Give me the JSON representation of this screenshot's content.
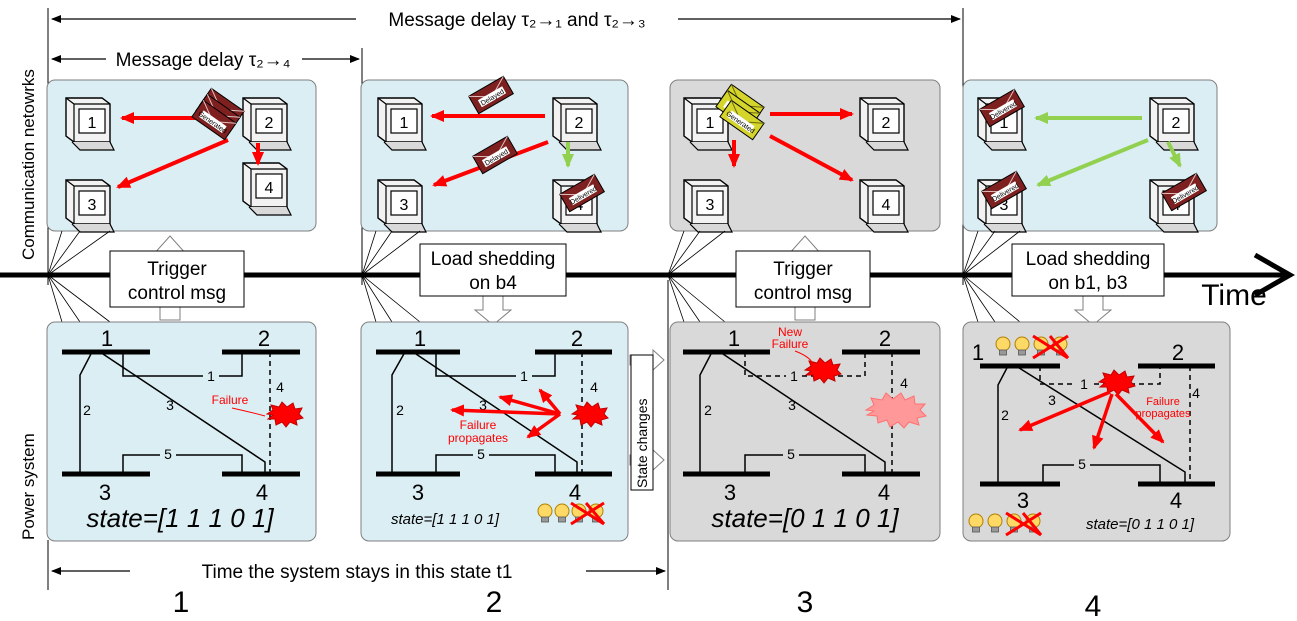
{
  "side_labels": {
    "top": "Communication netowrks",
    "bottom": "Power system"
  },
  "delays": {
    "long": "Message delay τ₂→₁ and τ₂→₃",
    "short": "Message delay τ₂→₄"
  },
  "time_label": "Time",
  "time_in_state": "Time the system stays in this state t1",
  "callouts": [
    [
      "Trigger",
      "control msg"
    ],
    [
      "Load shedding",
      "on b4"
    ],
    [
      "Trigger",
      "control msg"
    ],
    [
      "Load shedding",
      "on b1, b3"
    ]
  ],
  "stage_numbers": [
    "1",
    "2",
    "3",
    "4"
  ],
  "state_changes": "State changes",
  "computers": [
    "1",
    "2",
    "3",
    "4"
  ],
  "envelopes": {
    "generated": "Generated",
    "delayed": "Delayed",
    "delivered": "Delivered"
  },
  "bus_labels": [
    "1",
    "2",
    "3",
    "4"
  ],
  "line_labels": [
    "1",
    "2",
    "3",
    "4",
    "5"
  ],
  "failure": {
    "single": "Failure",
    "new": [
      "New",
      "Failure"
    ],
    "propagates": [
      "Failure",
      "propagates"
    ]
  },
  "states": [
    "state=[1 1 1 0 1]",
    "state=[1 1 1 0 1]",
    "state=[0 1 1 0 1]",
    "state=[0 1 1 0 1]"
  ],
  "colors": {
    "panel_blue": "#dbeef4",
    "panel_gray": "#d9d9d9",
    "msg_red": "#ff0000",
    "msg_green": "#92d050",
    "envelope": "#7f2020",
    "envelope_yellow": "#d4d42a"
  }
}
